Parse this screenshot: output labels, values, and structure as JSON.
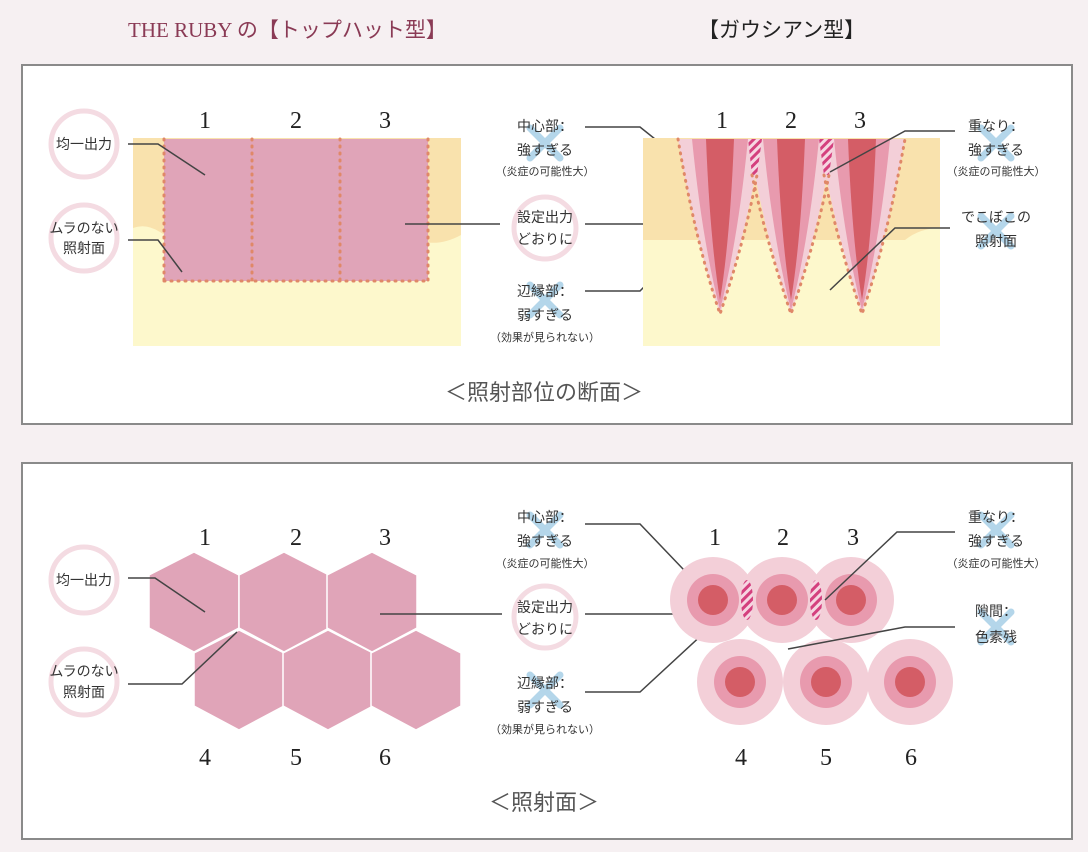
{
  "header": {
    "left_title": "THE RUBY の【トップハット型】",
    "right_title": "【ガウシアン型】"
  },
  "cross_section": {
    "caption": "＜照射部位の断面＞",
    "tophat_numbers": [
      "1",
      "2",
      "3"
    ],
    "gaussian_numbers": [
      "1",
      "2",
      "3"
    ],
    "tophat_badges": {
      "uniform_output": "均一出力",
      "no_unevenness_1": "ムラのない",
      "no_unevenness_2": "照射面"
    },
    "center_labels": {
      "center_1": "中心部：",
      "center_2": "強すぎる",
      "center_note": "（炎症の可能性大）",
      "setting_1": "設定出力",
      "setting_2": "どおりに",
      "edge_1": "辺縁部：",
      "edge_2": "弱すぎる",
      "edge_note": "（効果が見られない）"
    },
    "gaussian_right_labels": {
      "overlap_1": "重なり：",
      "overlap_2": "強すぎる",
      "overlap_note": "（炎症の可能性大）",
      "bumpy_1": "でこぼこの",
      "bumpy_2": "照射面"
    }
  },
  "surface": {
    "caption": "＜照射面＞",
    "tophat_top_numbers": [
      "1",
      "2",
      "3"
    ],
    "tophat_bottom_numbers": [
      "4",
      "5",
      "6"
    ],
    "gaussian_top_numbers": [
      "1",
      "2",
      "3"
    ],
    "gaussian_bottom_numbers": [
      "4",
      "5",
      "6"
    ],
    "tophat_badges": {
      "uniform_output": "均一出力",
      "no_unevenness_1": "ムラのない",
      "no_unevenness_2": "照射面"
    },
    "center_labels": {
      "center_1": "中心部：",
      "center_2": "強すぎる",
      "center_note": "（炎症の可能性大）",
      "setting_1": "設定出力",
      "setting_2": "どおりに",
      "edge_1": "辺縁部：",
      "edge_2": "弱すぎる",
      "edge_note": "（効果が見られない）"
    },
    "gaussian_right_labels": {
      "overlap_1": "重なり：",
      "overlap_2": "強すぎる",
      "overlap_note": "（炎症の可能性大）",
      "gap_1": "隙間：",
      "gap_2": "色素残"
    }
  },
  "colors": {
    "brand": "#8a3a55",
    "pink_fill": "#e0a4b8",
    "skin": "#fdf8cc",
    "skin_upper": "#f9e2ad",
    "red_core": "#d45d66",
    "mid_pink": "#e89aae",
    "pale_pink": "#f3cfd8",
    "cross": "#b4d6ea",
    "dots": "#e08868"
  }
}
